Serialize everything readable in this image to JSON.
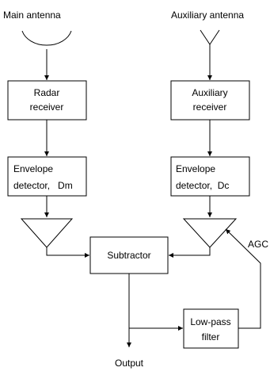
{
  "labels": {
    "main_antenna": "Main antenna",
    "aux_antenna": "Auxiliary antenna",
    "radar_receiver": [
      "Radar",
      "receiver"
    ],
    "aux_receiver": [
      "Auxiliary",
      "receiver"
    ],
    "env_det_main": [
      "Envelope",
      "detector,   Dm"
    ],
    "env_det_aux": [
      "Envelope",
      "detector,  Dc"
    ],
    "subtractor": "Subtractor",
    "low_pass": [
      "Low-pass",
      "filter"
    ],
    "agc": "AGC",
    "output": "Output"
  },
  "colors": {
    "stroke": "#000000",
    "background": "#ffffff"
  }
}
